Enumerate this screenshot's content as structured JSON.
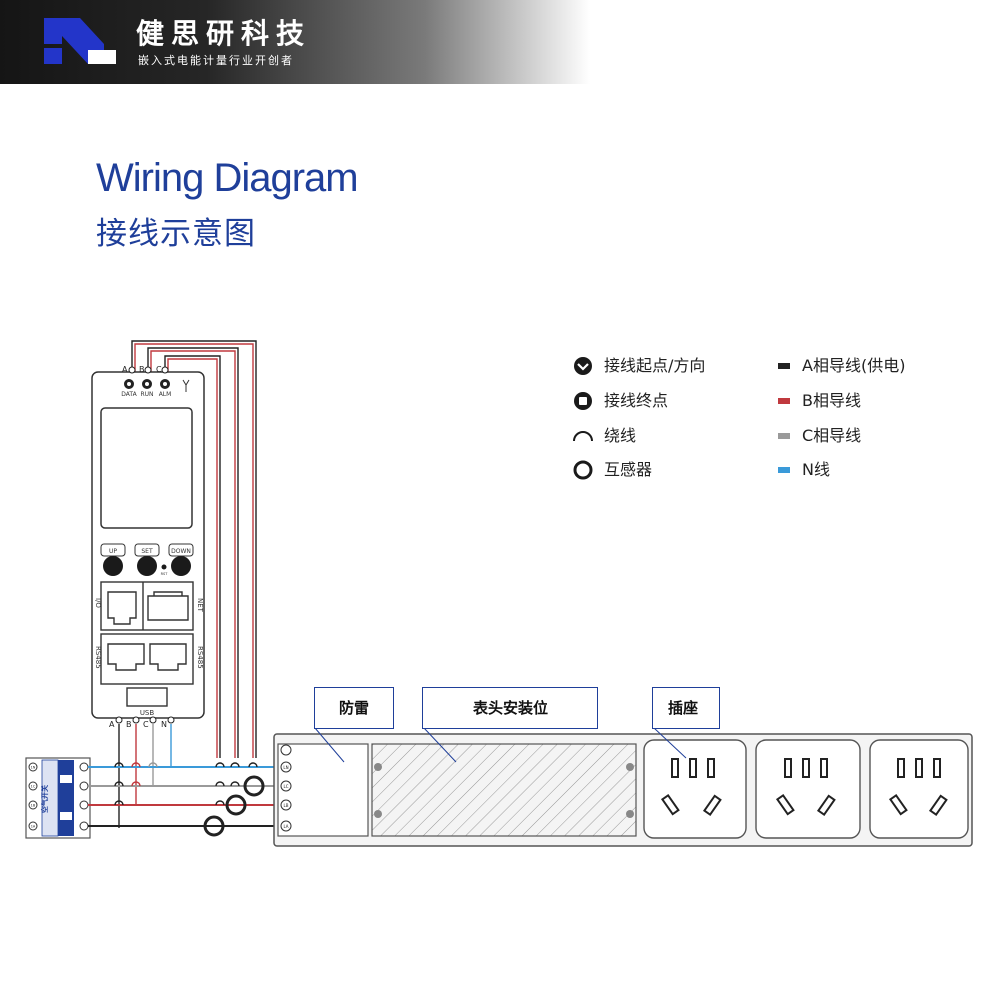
{
  "brand": {
    "name": "健思研科技",
    "tagline": "嵌入式电能计量行业开创者"
  },
  "title": {
    "en": "Wiring Diagram",
    "cn": "接线示意图"
  },
  "legend": {
    "symbols": [
      {
        "icon": "wire-start-direction-icon",
        "label": "接线起点/方向"
      },
      {
        "icon": "wire-end-icon",
        "label": "接线终点"
      },
      {
        "icon": "wire-bypass-icon",
        "label": "绕线"
      },
      {
        "icon": "current-transformer-icon",
        "label": "互感器"
      }
    ],
    "wires": [
      {
        "label": "A相导线(供电)",
        "color": "#222222"
      },
      {
        "label": "B相导线",
        "color": "#c0393e"
      },
      {
        "label": "C相导线",
        "color": "#9a9a9a"
      },
      {
        "label": "N线",
        "color": "#3a9ad9"
      }
    ]
  },
  "meter": {
    "top_terminals": [
      "A",
      "B",
      "C"
    ],
    "indicators": [
      "DATA",
      "RUN",
      "ALM"
    ],
    "buttons": [
      "UP",
      "SET",
      "DOWN"
    ],
    "rst": "RST",
    "port_labels": {
      "left_top": "I/O",
      "right_top": "NET",
      "left_bottom": "RS485",
      "right_bottom": "RS485"
    },
    "usb": "USB",
    "bottom_terminals": [
      "A",
      "B",
      "C",
      "N"
    ]
  },
  "breaker": {
    "label": "空气开关",
    "terminals": [
      "1N",
      "1C",
      "1B",
      "1A"
    ]
  },
  "pdu": {
    "callouts": [
      "防雷",
      "表头安装位",
      "插座"
    ],
    "input_terminals": [
      "LN",
      "LC",
      "LB",
      "LA"
    ]
  }
}
